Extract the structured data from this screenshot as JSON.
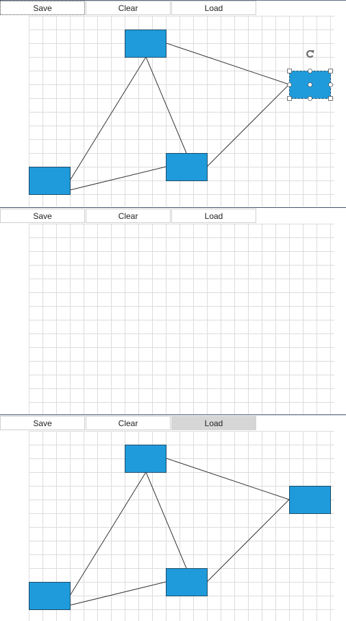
{
  "toolbar_labels": {
    "save": "Save",
    "clear": "Clear",
    "load": "Load"
  },
  "panels": [
    {
      "id": "panel-1",
      "state": "selected",
      "focused_button": "save",
      "pressed_button": null
    },
    {
      "id": "panel-2",
      "state": "cleared",
      "focused_button": null,
      "pressed_button": null
    },
    {
      "id": "panel-3",
      "state": "loaded",
      "focused_button": null,
      "pressed_button": "load"
    }
  ],
  "diagram": {
    "node_fill": "#1f9bdb",
    "node_stroke": "#1a4a66",
    "connector_color": "#333333",
    "grid_color": "#dcdcdc",
    "nodes": [
      {
        "id": "node-top"
      },
      {
        "id": "node-right"
      },
      {
        "id": "node-middle"
      },
      {
        "id": "node-left"
      }
    ],
    "connectors": [
      {
        "from": "node-top",
        "to": "node-right"
      },
      {
        "from": "node-top",
        "to": "node-left"
      },
      {
        "from": "node-top",
        "to": "node-middle"
      },
      {
        "from": "node-middle",
        "to": "node-right"
      },
      {
        "from": "node-left",
        "to": "node-middle"
      }
    ],
    "selected_node": "node-right",
    "rotate_icon": "rotate-icon"
  }
}
